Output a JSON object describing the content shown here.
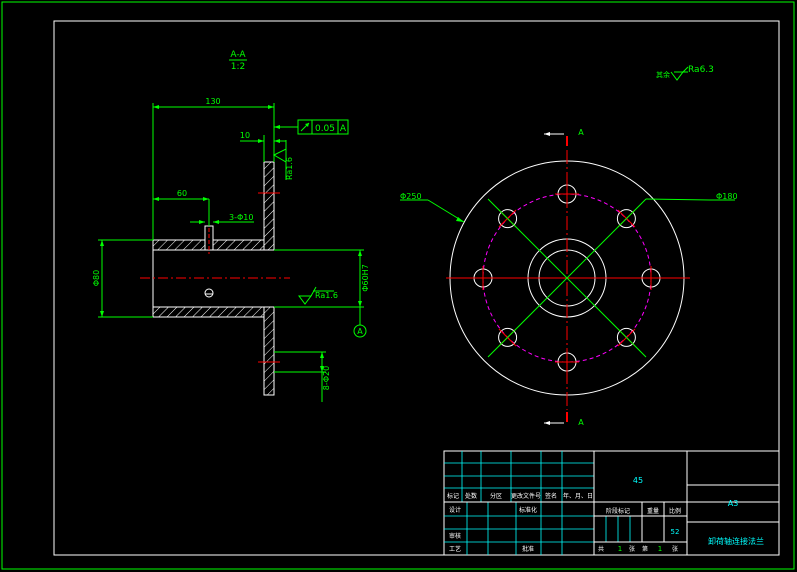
{
  "section": {
    "title": "A-A",
    "scale": "1:2"
  },
  "roughness_note": {
    "prefix": "其余",
    "value": "Ra6.3"
  },
  "dims": {
    "d130": "130",
    "d10": "10",
    "d60": "60",
    "hole": "3-Φ10",
    "d80": "Φ80",
    "d60h7": "Φ60H7",
    "holes8": "8-Φ20",
    "d250": "Φ250",
    "d180": "Φ180"
  },
  "tolerance": {
    "value": "0.05",
    "datum": "A"
  },
  "roughness": {
    "face": "Ra1.6",
    "bore": "Ra1.6"
  },
  "datum_label": "A",
  "section_mark": {
    "top": "A",
    "bottom": "A"
  },
  "title_block": {
    "material": "45",
    "sheet_size": "A3",
    "part_name": "卸荷轴连接法兰",
    "scale_value": "52",
    "headers": {
      "mark": "标记",
      "count": "处数",
      "zone": "分区",
      "doc_no": "更改文件号",
      "sign": "签名",
      "date": "年、月、日",
      "design": "设计",
      "standard": "标准化",
      "review": "审核",
      "process": "工艺",
      "approve": "批准",
      "stage_mark": "阶段标记",
      "weight": "重量",
      "scale": "比例",
      "total": "共",
      "sheets_1": "张",
      "page": "第",
      "sheets_2": "张"
    },
    "total_count": "1",
    "page_count": "1"
  }
}
